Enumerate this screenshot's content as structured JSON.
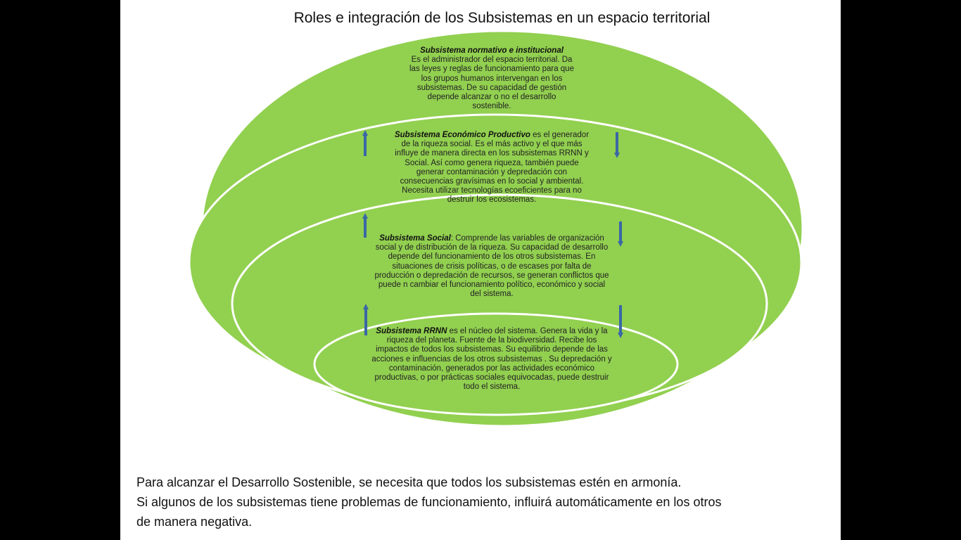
{
  "title": "Roles e integración de los Subsistemas en un espacio territorial",
  "colors": {
    "ellipse_fill": "#92D050",
    "ellipse_stroke": "#FFFFFF",
    "arrow": "#3A67A6",
    "background_side": "#000000",
    "slide_background": "#FFFFFF"
  },
  "subsystems": {
    "normativo": {
      "heading": "Subsistema  normativo  e institucional",
      "body": "Es el administrador del espacio territorial. Da las leyes  y  reglas de funcionamiento  para que  los grupos humanos intervengan  en los subsistemas.  De su capacidad de gestión depende  alcanzar o no el desarrollo sostenible."
    },
    "economico": {
      "heading": "Subsistema Económico Productivo",
      "body": " es el generador de la riqueza social. Es el más  activo y el que más influye de manera directa en los subsistemas  RRNN y Social. Así como genera riqueza, también puede generar  contaminación y depredación con consecuencias gravísimas en lo social y ambiental. Necesita utilizar tecnologías ecoeficientes  para no destruir los ecosistemas."
    },
    "social": {
      "heading": "Subsistema Social",
      "body": ":  Comprende las variables  de organización social y  de  distribución de  la riqueza.  Su capacidad de desarrollo depende del funcionamiento de los otros subsistemas. En situaciones de crisis  políticas, o de escases por falta de producción o depredación de recursos, se  generan conflictos que puede n cambiar  el funcionamiento  político, económico y social del sistema."
    },
    "rrnn": {
      "heading": "Subsistema RRNN",
      "body": "  es el núcleo del sistema.  Genera la vida  y la riqueza  del planeta. Fuente de la biodiversidad.  Recibe los impactos de todos  los subsistemas. Su equilibrio depende  de las acciones  e influencias de los otros subsistemas . Su depredación y contaminación, generados  por las actividades económico productivas, o por  prácticas  sociales  equivocadas, puede destruir   todo el sistema."
    }
  },
  "footer": {
    "line1": "Para alcanzar el Desarrollo Sostenible, se necesita que todos los subsistemas estén en  armonía.",
    "line2": "Si algunos de  los subsistemas tiene problemas de funcionamiento, influirá automáticamente en los otros",
    "line3": "de manera negativa."
  }
}
